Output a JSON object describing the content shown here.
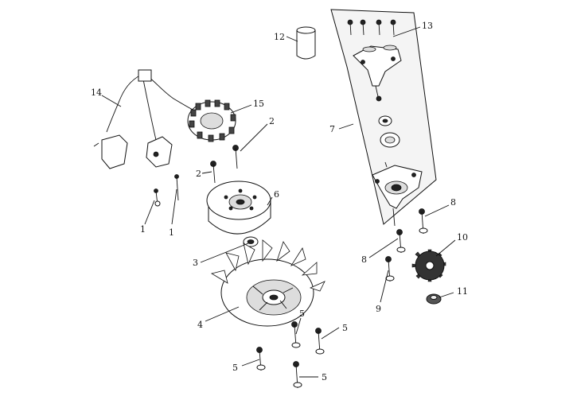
{
  "callouts": [
    {
      "id": "c1a",
      "text": "1"
    },
    {
      "id": "c1b",
      "text": "1"
    },
    {
      "id": "c2a",
      "text": "2"
    },
    {
      "id": "c2b",
      "text": "2"
    },
    {
      "id": "c3",
      "text": "3"
    },
    {
      "id": "c4",
      "text": "4"
    },
    {
      "id": "c5a",
      "text": "5"
    },
    {
      "id": "c5b",
      "text": "5"
    },
    {
      "id": "c5c",
      "text": "5"
    },
    {
      "id": "c5d",
      "text": "5"
    },
    {
      "id": "c6",
      "text": "6"
    },
    {
      "id": "c7",
      "text": "7"
    },
    {
      "id": "c8a",
      "text": "8"
    },
    {
      "id": "c8b",
      "text": "8"
    },
    {
      "id": "c9",
      "text": "9"
    },
    {
      "id": "c10",
      "text": "10"
    },
    {
      "id": "c11",
      "text": "11"
    },
    {
      "id": "c12",
      "text": "12"
    },
    {
      "id": "c13",
      "text": "13"
    },
    {
      "id": "c14",
      "text": "14"
    },
    {
      "id": "c15",
      "text": "15"
    }
  ],
  "colors": {
    "ink": "#111111",
    "paper": "#ffffff",
    "panel": "#f2f2f2"
  }
}
